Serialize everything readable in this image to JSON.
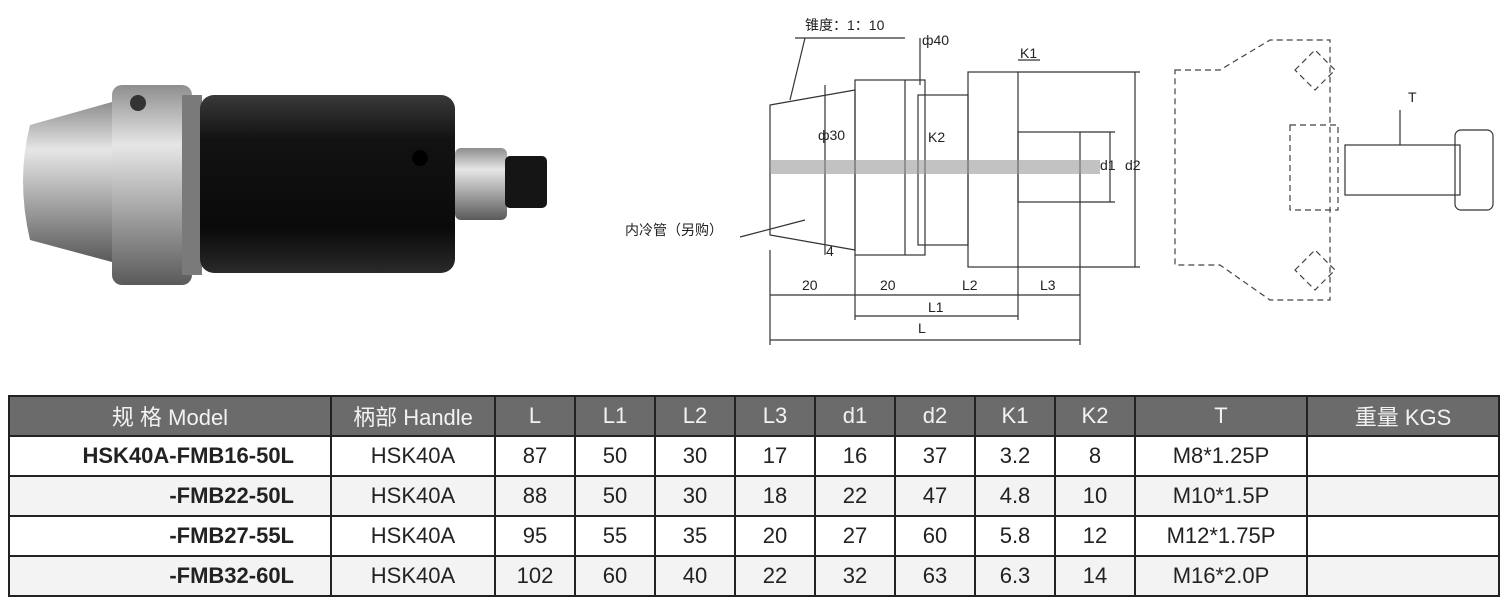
{
  "drawing": {
    "taper_label": "锥度：1：10",
    "phi40": "ф40",
    "phi30": "ф30",
    "coolant_label": "内冷管（另购）",
    "k1": "K1",
    "k2": "K2",
    "d1": "d1",
    "d2": "d2",
    "t": "T",
    "dim_4": "4",
    "dim_20a": "20",
    "dim_20b": "20",
    "l1": "L1",
    "l2": "L2",
    "l3": "L3",
    "l": "L"
  },
  "table": {
    "headers": [
      "规 格 Model",
      "柄部 Handle",
      "L",
      "L1",
      "L2",
      "L3",
      "d1",
      "d2",
      "K1",
      "K2",
      "T",
      "重量 KGS"
    ],
    "rows": [
      [
        "HSK40A-FMB16-50L",
        "HSK40A",
        "87",
        "50",
        "30",
        "17",
        "16",
        "37",
        "3.2",
        "8",
        "M8*1.25P",
        ""
      ],
      [
        "-FMB22-50L",
        "HSK40A",
        "88",
        "50",
        "30",
        "18",
        "22",
        "47",
        "4.8",
        "10",
        "M10*1.5P",
        ""
      ],
      [
        "-FMB27-55L",
        "HSK40A",
        "95",
        "55",
        "35",
        "20",
        "27",
        "60",
        "5.8",
        "12",
        "M12*1.75P",
        ""
      ],
      [
        "-FMB32-60L",
        "HSK40A",
        "102",
        "60",
        "40",
        "22",
        "32",
        "63",
        "6.3",
        "14",
        "M16*2.0P",
        ""
      ]
    ]
  }
}
